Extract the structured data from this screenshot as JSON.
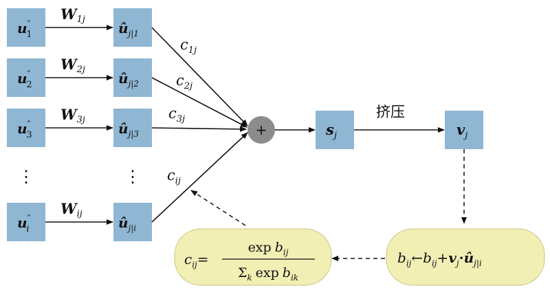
{
  "colors": {
    "box_fill": "#8FB6D3",
    "node_fill": "#8C8C8C",
    "rounded_fill": "#F2EFB5",
    "rounded_stroke": "#C9C27A",
    "stroke": "#111111"
  },
  "inputs": [
    {
      "base": "u",
      "sup": "″",
      "sub": "1"
    },
    {
      "base": "u",
      "sup": "″",
      "sub": "2"
    },
    {
      "base": "u",
      "sup": "″",
      "sub": "3"
    },
    {
      "base": "u",
      "sup": "″",
      "sub": "i"
    }
  ],
  "weights": [
    {
      "base": "W",
      "sub": "1j"
    },
    {
      "base": "W",
      "sub": "2j"
    },
    {
      "base": "W",
      "sub": "3j"
    },
    {
      "base": "W",
      "sub": "ij"
    }
  ],
  "predictions": [
    {
      "base": "û",
      "sub": "j|1"
    },
    {
      "base": "û",
      "sub": "j|2"
    },
    {
      "base": "û",
      "sub": "j|3"
    },
    {
      "base": "û",
      "sub": "j|i"
    }
  ],
  "couplings": [
    {
      "base": "c",
      "sub": "1j"
    },
    {
      "base": "c",
      "sub": "2j"
    },
    {
      "base": "c",
      "sub": "3j"
    },
    {
      "base": "c",
      "sub": "ij"
    }
  ],
  "ellipsis": "⋮",
  "sum_symbol": "+",
  "s_node": {
    "base": "s",
    "sub": "j"
  },
  "v_node": {
    "base": "v",
    "sub": "j"
  },
  "squash_label": "挤压",
  "update_rule": {
    "b_base": "b",
    "b_sub": "ij",
    "arrow": "←",
    "plus": "+",
    "v_base": "v",
    "v_sub": "j",
    "dot": "·",
    "u_base": "û",
    "u_sub": "j|i"
  },
  "softmax_rule": {
    "c_base": "c",
    "c_sub": "ij",
    "equals": "=",
    "num_exp": "exp",
    "num_b": "b",
    "num_sub": "ij",
    "den_sigma": "Σ",
    "den_sigma_sub": "k",
    "den_exp": "exp",
    "den_b": "b",
    "den_sub": "ik"
  }
}
